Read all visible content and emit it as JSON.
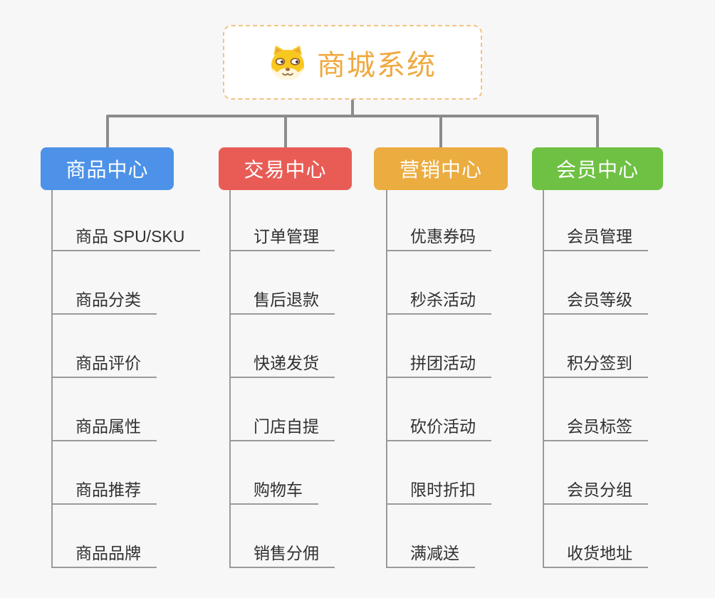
{
  "page": {
    "background": "#F7F7F7"
  },
  "root": {
    "title": "商城系统",
    "icon": "shiba-dog-icon",
    "text_color": "#EFA93F",
    "border_color": "#F3C383"
  },
  "connector_color": "#8C8C8C",
  "branches": [
    {
      "label": "商品中心",
      "color": "#4D92E8",
      "children": [
        "商品 SPU/SKU",
        "商品分类",
        "商品评价",
        "商品属性",
        "商品推荐",
        "商品品牌"
      ]
    },
    {
      "label": "交易中心",
      "color": "#E85C55",
      "children": [
        "订单管理",
        "售后退款",
        "快递发货",
        "门店自提",
        "购物车",
        "销售分佣"
      ]
    },
    {
      "label": "营销中心",
      "color": "#EBAC40",
      "children": [
        "优惠券码",
        "秒杀活动",
        "拼团活动",
        "砍价活动",
        "限时折扣",
        "满减送"
      ]
    },
    {
      "label": "会员中心",
      "color": "#6FC143",
      "children": [
        "会员管理",
        "会员等级",
        "积分签到",
        "会员标签",
        "会员分组",
        "收货地址"
      ]
    }
  ]
}
